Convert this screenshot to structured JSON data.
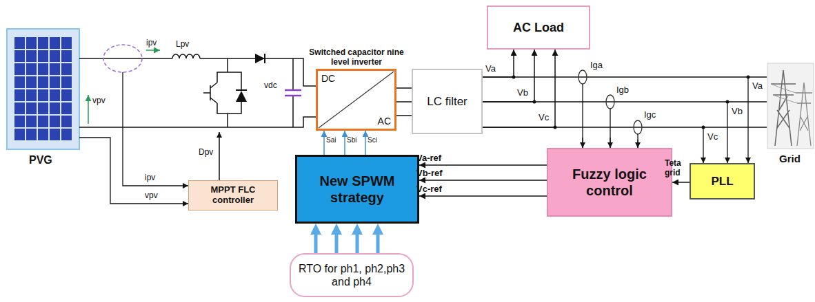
{
  "diagram": {
    "nodes": [
      {
        "text": [
          "AC Load"
        ]
      },
      {
        "text": [
          "Switched capacitor nine level inverter",
          "DC",
          "AC"
        ]
      },
      {
        "text": [
          "LC filter"
        ]
      },
      {
        "text": [
          "MPPT FLC controller"
        ]
      },
      {
        "text": [
          "New SPWM strategy"
        ]
      },
      {
        "text": [
          "Fuzzy logic control"
        ]
      },
      {
        "text": [
          "PLL"
        ]
      },
      {
        "text": [
          "RTO for ph1, ph2,ph3 and ph4"
        ]
      }
    ],
    "edges": [
      {
        "from": 1,
        "to": 2,
        "arrow": "none"
      },
      {
        "from": 1,
        "to": 2,
        "arrow": "none"
      },
      {
        "from": 1,
        "to": 2,
        "arrow": "none"
      },
      {
        "from": 2,
        "to": 0,
        "arrow": "to"
      },
      {
        "from": 2,
        "to": 0,
        "arrow": "to"
      },
      {
        "from": 2,
        "to": 0,
        "arrow": "to"
      },
      {
        "from": 4,
        "to": 1,
        "arrow": "to",
        "label": "Sai"
      },
      {
        "from": 4,
        "to": 1,
        "arrow": "to",
        "label": "Sbi"
      },
      {
        "from": 4,
        "to": 1,
        "arrow": "to",
        "label": "Sci"
      },
      {
        "from": 5,
        "to": 4,
        "arrow": "to",
        "label": "Va-ref"
      },
      {
        "from": 5,
        "to": 4,
        "arrow": "to",
        "label": "Vb-ref"
      },
      {
        "from": 5,
        "to": 4,
        "arrow": "to",
        "label": "Vc-ref"
      },
      {
        "from": 6,
        "to": 5,
        "arrow": "to",
        "label": "Teta grid"
      },
      {
        "from": 7,
        "to": 4,
        "arrow": "to"
      },
      {
        "from": 7,
        "to": 4,
        "arrow": "to"
      },
      {
        "from": 7,
        "to": 4,
        "arrow": "to"
      },
      {
        "from": 7,
        "to": 4,
        "arrow": "to"
      }
    ],
    "labels": [
      "PVG",
      "vpv",
      "ipv",
      "Lpv",
      "vdc",
      "Dpv",
      "ipv",
      "vpv",
      "Va",
      "Vb",
      "Vc",
      "Iga",
      "Igb",
      "Igc",
      "Va",
      "Vb",
      "Vc",
      "Grid"
    ]
  }
}
